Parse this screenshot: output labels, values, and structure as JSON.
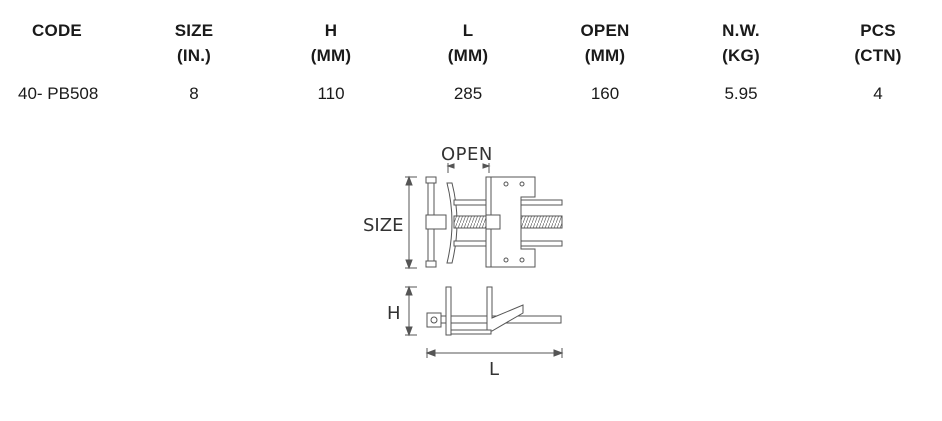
{
  "table": {
    "columns": [
      {
        "key": "code",
        "line1": "CODE",
        "line2": ""
      },
      {
        "key": "size",
        "line1": "SIZE",
        "line2": "(IN.)"
      },
      {
        "key": "h",
        "line1": "H",
        "line2": "(MM)"
      },
      {
        "key": "l",
        "line1": "L",
        "line2": "(MM)"
      },
      {
        "key": "open",
        "line1": "OPEN",
        "line2": "(MM)"
      },
      {
        "key": "nw",
        "line1": "N.W.",
        "line2": "(KG)"
      },
      {
        "key": "pcs",
        "line1": "PCS",
        "line2": "(CTN)"
      }
    ],
    "rows": [
      {
        "code": "40- PB508",
        "size": "8",
        "h": "110",
        "l": "285",
        "open": "160",
        "nw": "5.95",
        "pcs": "4"
      }
    ]
  },
  "diagram": {
    "label_open": "OPEN",
    "label_size": "SIZE",
    "label_h": "H",
    "label_l": "L"
  }
}
